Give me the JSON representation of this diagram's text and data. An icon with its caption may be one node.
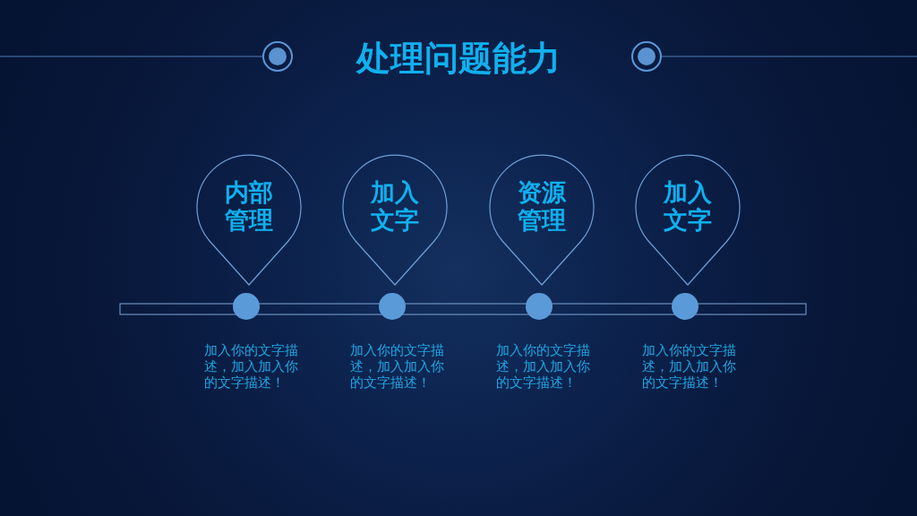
{
  "diagram": {
    "title": "处理问题能力",
    "nodes": [
      {
        "text": [
          "内部管理"
        ]
      },
      {
        "text": [
          "加入文字"
        ]
      },
      {
        "text": [
          "资源管理"
        ]
      },
      {
        "text": [
          "加入文字"
        ]
      }
    ],
    "edges": [],
    "labels": [
      "加入你的文字描述，加入加入你的文字描述！",
      "加入你的文字描述，加入加入你的文字描述！",
      "加入你的文字描述，加入加入你的文字描述！",
      "加入你的文字描述，加入加入你的文字描述！"
    ]
  }
}
